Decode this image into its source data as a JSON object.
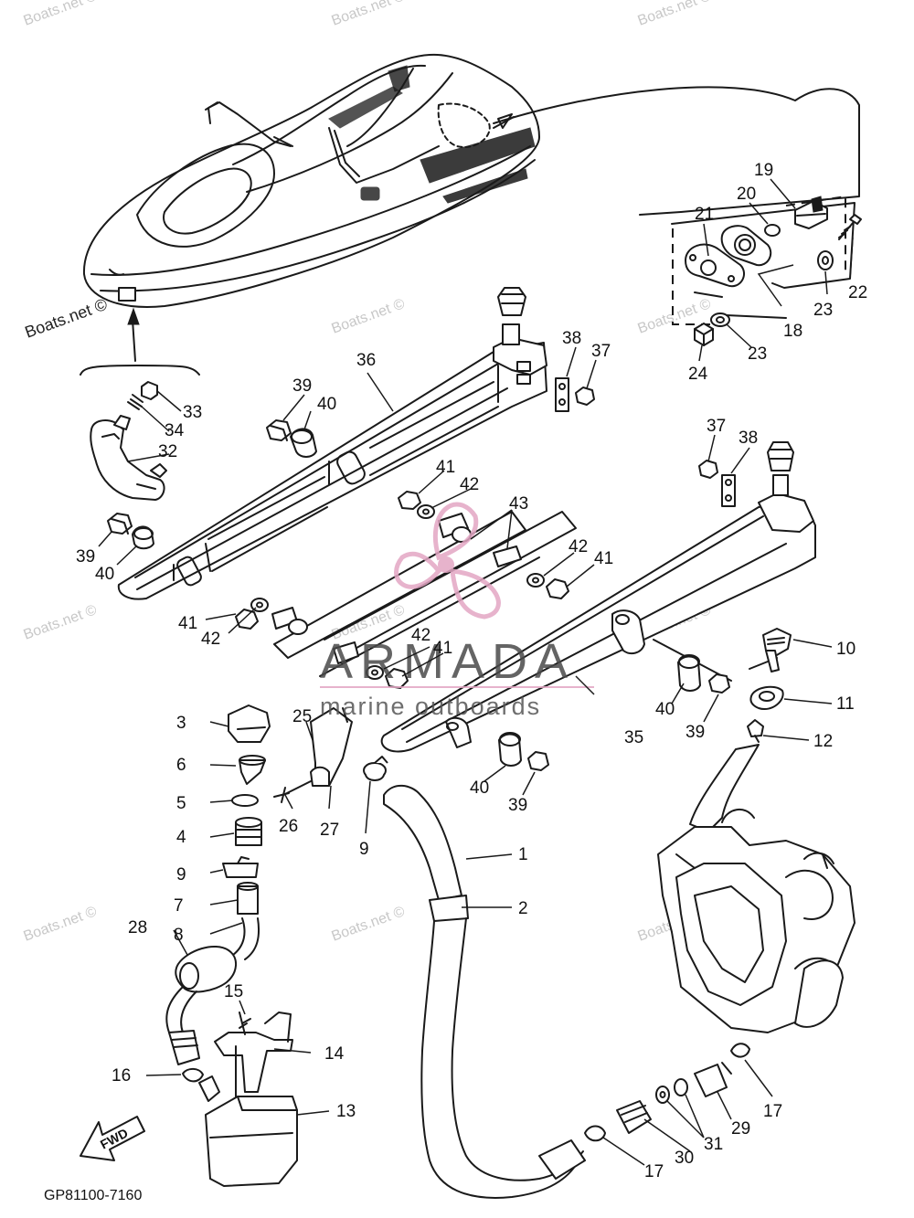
{
  "watermark": "Boats.net ©",
  "logo": {
    "name": "ARMADA",
    "tagline": "marine outboards"
  },
  "diagram_code": "GP81100-7160",
  "fwd_label": "FWD",
  "callouts": [
    {
      "id": "c1",
      "label": "1"
    },
    {
      "id": "c2",
      "label": "2"
    },
    {
      "id": "c3",
      "label": "3"
    },
    {
      "id": "c4",
      "label": "4"
    },
    {
      "id": "c5",
      "label": "5"
    },
    {
      "id": "c6",
      "label": "6"
    },
    {
      "id": "c7",
      "label": "7"
    },
    {
      "id": "c8",
      "label": "8"
    },
    {
      "id": "c9a",
      "label": "9"
    },
    {
      "id": "c9b",
      "label": "9"
    },
    {
      "id": "c10",
      "label": "10"
    },
    {
      "id": "c11",
      "label": "11"
    },
    {
      "id": "c12",
      "label": "12"
    },
    {
      "id": "c13",
      "label": "13"
    },
    {
      "id": "c14",
      "label": "14"
    },
    {
      "id": "c15",
      "label": "15"
    },
    {
      "id": "c16",
      "label": "16"
    },
    {
      "id": "c17a",
      "label": "17"
    },
    {
      "id": "c17b",
      "label": "17"
    },
    {
      "id": "c18",
      "label": "18"
    },
    {
      "id": "c19",
      "label": "19"
    },
    {
      "id": "c20",
      "label": "20"
    },
    {
      "id": "c21",
      "label": "21"
    },
    {
      "id": "c22",
      "label": "22"
    },
    {
      "id": "c23a",
      "label": "23"
    },
    {
      "id": "c23b",
      "label": "23"
    },
    {
      "id": "c24",
      "label": "24"
    },
    {
      "id": "c25",
      "label": "25"
    },
    {
      "id": "c26",
      "label": "26"
    },
    {
      "id": "c27",
      "label": "27"
    },
    {
      "id": "c28",
      "label": "28"
    },
    {
      "id": "c29",
      "label": "29"
    },
    {
      "id": "c30",
      "label": "30"
    },
    {
      "id": "c31",
      "label": "31"
    },
    {
      "id": "c32",
      "label": "32"
    },
    {
      "id": "c33",
      "label": "33"
    },
    {
      "id": "c34",
      "label": "34"
    },
    {
      "id": "c35",
      "label": "35"
    },
    {
      "id": "c36",
      "label": "36"
    },
    {
      "id": "c37a",
      "label": "37"
    },
    {
      "id": "c37b",
      "label": "37"
    },
    {
      "id": "c38a",
      "label": "38"
    },
    {
      "id": "c38b",
      "label": "38"
    },
    {
      "id": "c39a",
      "label": "39"
    },
    {
      "id": "c39b",
      "label": "39"
    },
    {
      "id": "c39c",
      "label": "39"
    },
    {
      "id": "c39d",
      "label": "39"
    },
    {
      "id": "c40a",
      "label": "40"
    },
    {
      "id": "c40b",
      "label": "40"
    },
    {
      "id": "c40c",
      "label": "40"
    },
    {
      "id": "c40d",
      "label": "40"
    },
    {
      "id": "c41a",
      "label": "41"
    },
    {
      "id": "c41b",
      "label": "41"
    },
    {
      "id": "c41c",
      "label": "41"
    },
    {
      "id": "c41d",
      "label": "41"
    },
    {
      "id": "c42a",
      "label": "42"
    },
    {
      "id": "c42b",
      "label": "42"
    },
    {
      "id": "c42c",
      "label": "42"
    },
    {
      "id": "c42d",
      "label": "42"
    },
    {
      "id": "c43",
      "label": "43"
    }
  ]
}
